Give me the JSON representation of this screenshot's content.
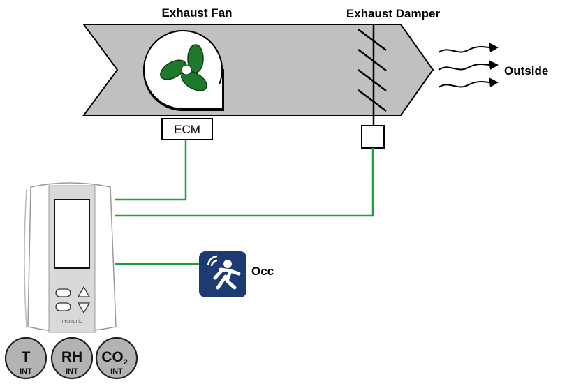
{
  "labels": {
    "exhaust_fan": "Exhaust Fan",
    "exhaust_damper": "Exhaust Damper",
    "outside": "Outside",
    "ecm": "ECM",
    "occ": "Occ",
    "brand": "neptronic"
  },
  "sensors": [
    {
      "main": "T",
      "sub": "INT"
    },
    {
      "main": "RH",
      "sub": "INT"
    },
    {
      "main": "CO",
      "main_subscript": "2",
      "sub": "INT"
    }
  ],
  "colors": {
    "duct_fill": "#c0c0c0",
    "wire": "#1e9e3c",
    "fan_blade": "#1e7a2a",
    "occ_badge": "#1d3a73",
    "sensor_fill": "#b3b3b3"
  },
  "icons": {
    "fan": "fan-icon",
    "occupancy": "occupancy-sensor-icon",
    "airflow": "airflow-arrow-icon"
  }
}
